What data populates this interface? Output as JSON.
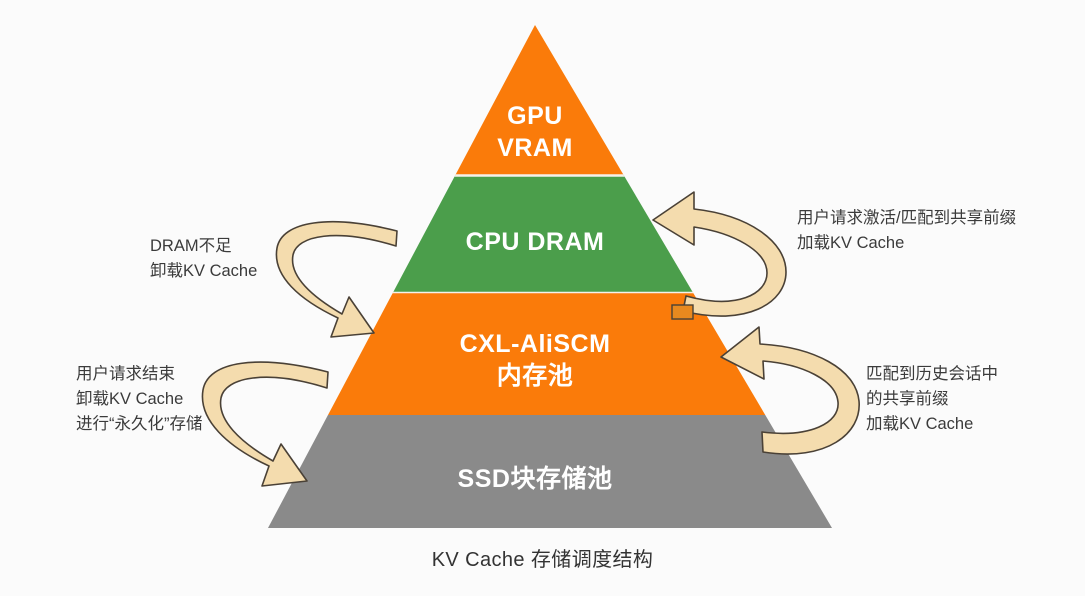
{
  "caption": "KV Cache 存储调度结构",
  "colors": {
    "background": "#fbfbfb",
    "gpu_vram": "#fa7b0a",
    "cpu_dram": "#4b9e4b",
    "cxl_pool": "#fa7b0a",
    "ssd_pool": "#8a8a8a",
    "arrow_fill": "#f4dcae",
    "arrow_stroke": "#4a4136",
    "layer_text": "#ffffff",
    "annotation_text": "#3b3b3b",
    "caption_text": "#333333"
  },
  "pyramid": {
    "layers": [
      {
        "id": "gpu-vram",
        "label": "GPU\nVRAM",
        "color": "#fa7b0a"
      },
      {
        "id": "cpu-dram",
        "label": "CPU DRAM",
        "color": "#4b9e4b"
      },
      {
        "id": "cxl-aliscm",
        "label": "CXL-AliSCM\n内存池",
        "color": "#fa7b0a"
      },
      {
        "id": "ssd-pool",
        "label": "SSD块存储池",
        "color": "#8a8a8a"
      }
    ]
  },
  "annotations": {
    "dram_offload": "DRAM不足\n卸载KV Cache",
    "request_end": "用户请求结束\n卸载KV Cache\n进行“永久化”存储",
    "request_activate": "用户请求激活/匹配到共享前缀\n加载KV Cache",
    "history_prefix": "匹配到历史会话中\n的共享前缀\n加载KV Cache"
  },
  "arrows": [
    {
      "id": "arrow-dram-offload",
      "direction": "down-right",
      "from": "cpu-dram",
      "to": "cxl-aliscm"
    },
    {
      "id": "arrow-request-end",
      "direction": "down-right",
      "from": "cxl-aliscm",
      "to": "ssd-pool"
    },
    {
      "id": "arrow-request-activate",
      "direction": "left",
      "from": "cxl-aliscm",
      "to": "cpu-dram"
    },
    {
      "id": "arrow-history-prefix",
      "direction": "left",
      "from": "ssd-pool",
      "to": "cxl-aliscm"
    }
  ]
}
